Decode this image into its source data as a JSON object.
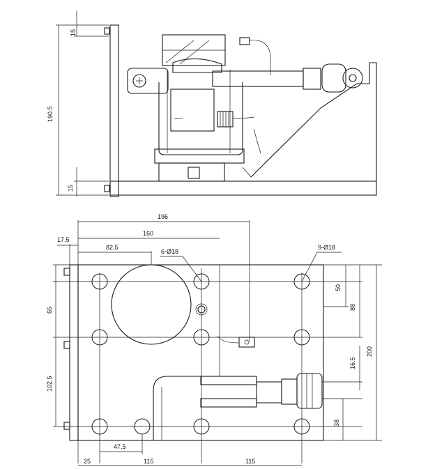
{
  "side_view": {
    "dim_total_height": "190.5",
    "dim_top_plate": "15",
    "dim_bottom_plate": "15"
  },
  "top_view": {
    "dim_196": "196",
    "dim_160": "160",
    "dim_82_5": "82.5",
    "dim_17_5": "17.5",
    "hole_callout_6": "6-Ø18",
    "hole_callout_9": "9-Ø18",
    "dim_65": "65",
    "dim_102_5": "102.5",
    "dim_50": "50",
    "dim_88": "88",
    "dim_200": "200",
    "dim_16_5": "16.5",
    "dim_38": "38",
    "dim_47_5": "47.5",
    "dim_25": "25",
    "dim_115_a": "115",
    "dim_115_b": "115"
  }
}
